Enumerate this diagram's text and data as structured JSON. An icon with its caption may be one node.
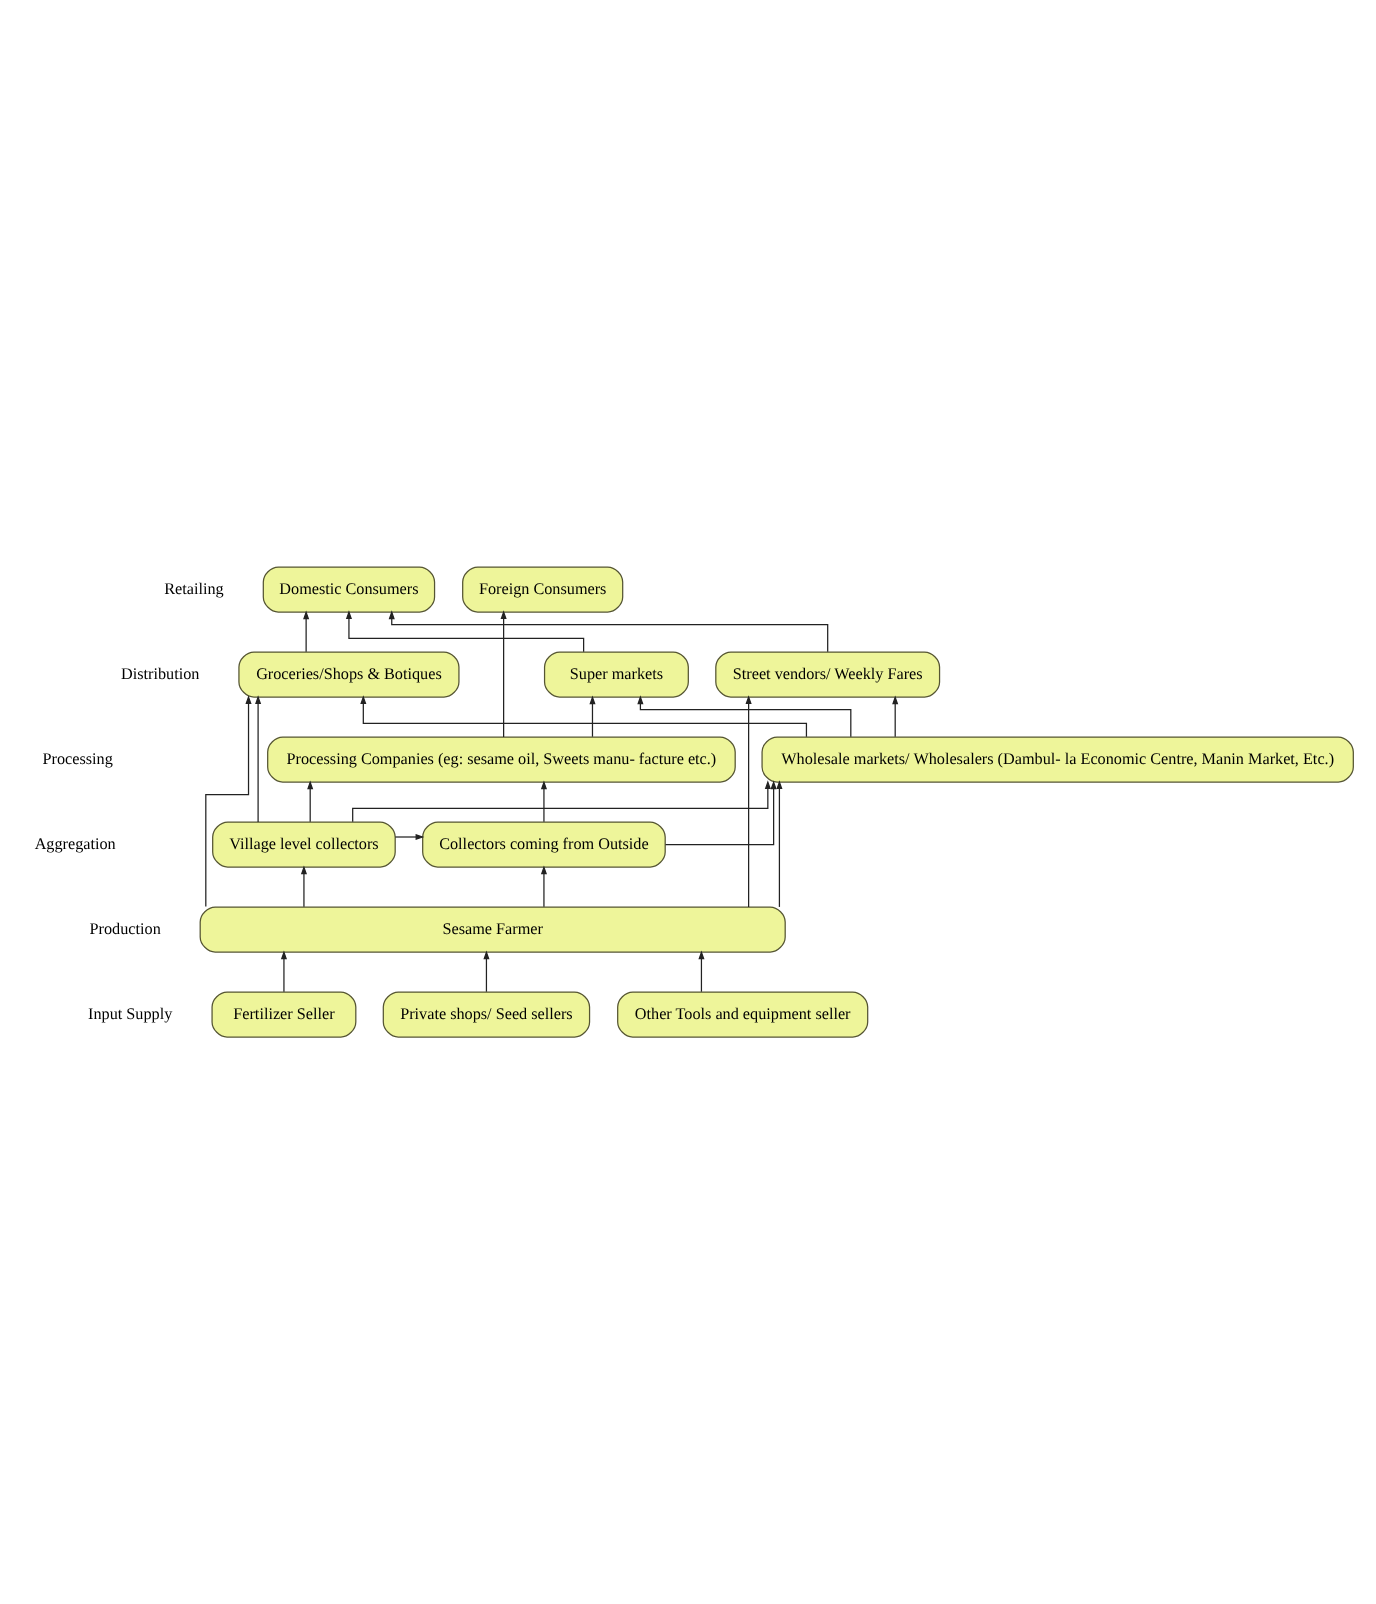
{
  "diagram": {
    "nodes": [
      {
        "text": [
          "Domestic Consumers"
        ]
      },
      {
        "text": [
          "Foreign Consumers"
        ]
      },
      {
        "text": [
          "Groceries/Shops & Botiques"
        ]
      },
      {
        "text": [
          "Super markets"
        ]
      },
      {
        "text": [
          "Street vendors/ Weekly Fares"
        ]
      },
      {
        "text": [
          "Processing Companies (eg: sesame oil, Sweets manu- facture etc.)"
        ]
      },
      {
        "text": [
          "Wholesale markets/ Wholesalers (Dambul- la Economic Centre, Manin Market, Etc.)"
        ]
      },
      {
        "text": [
          "Village level collectors"
        ]
      },
      {
        "text": [
          "Collectors coming from Outside"
        ]
      },
      {
        "text": [
          "Sesame Farmer"
        ]
      },
      {
        "text": [
          "Fertilizer Seller"
        ]
      },
      {
        "text": [
          "Private shops/ Seed sellers"
        ]
      },
      {
        "text": [
          "Other Tools and equipment seller"
        ]
      }
    ],
    "edges": [
      {
        "from": 2,
        "to": 0,
        "arrow": "to"
      },
      {
        "from": 3,
        "to": 0,
        "arrow": "to"
      },
      {
        "from": 4,
        "to": 0,
        "arrow": "to"
      },
      {
        "from": 5,
        "to": 1,
        "arrow": "to"
      },
      {
        "from": 5,
        "to": 3,
        "arrow": "to"
      },
      {
        "from": 6,
        "to": 2,
        "arrow": "to"
      },
      {
        "from": 6,
        "to": 3,
        "arrow": "to"
      },
      {
        "from": 6,
        "to": 4,
        "arrow": "to"
      },
      {
        "from": 9,
        "to": 2,
        "arrow": "to"
      },
      {
        "from": 7,
        "to": 2,
        "arrow": "to"
      },
      {
        "from": 9,
        "to": 4,
        "arrow": "to"
      },
      {
        "from": 7,
        "to": 5,
        "arrow": "to"
      },
      {
        "from": 8,
        "to": 5,
        "arrow": "to"
      },
      {
        "from": 7,
        "to": 6,
        "arrow": "to"
      },
      {
        "from": 8,
        "to": 6,
        "arrow": "to"
      },
      {
        "from": 9,
        "to": 6,
        "arrow": "to"
      },
      {
        "from": 7,
        "to": 8,
        "arrow": "to"
      },
      {
        "from": 9,
        "to": 7,
        "arrow": "to"
      },
      {
        "from": 9,
        "to": 8,
        "arrow": "to"
      },
      {
        "from": 10,
        "to": 9,
        "arrow": "to"
      },
      {
        "from": 11,
        "to": 9,
        "arrow": "to"
      },
      {
        "from": 12,
        "to": 9,
        "arrow": "to"
      }
    ],
    "labels": [
      "Retailing",
      "Distribution",
      "Processing",
      "Aggregation",
      "Production",
      "Input Supply"
    ]
  }
}
